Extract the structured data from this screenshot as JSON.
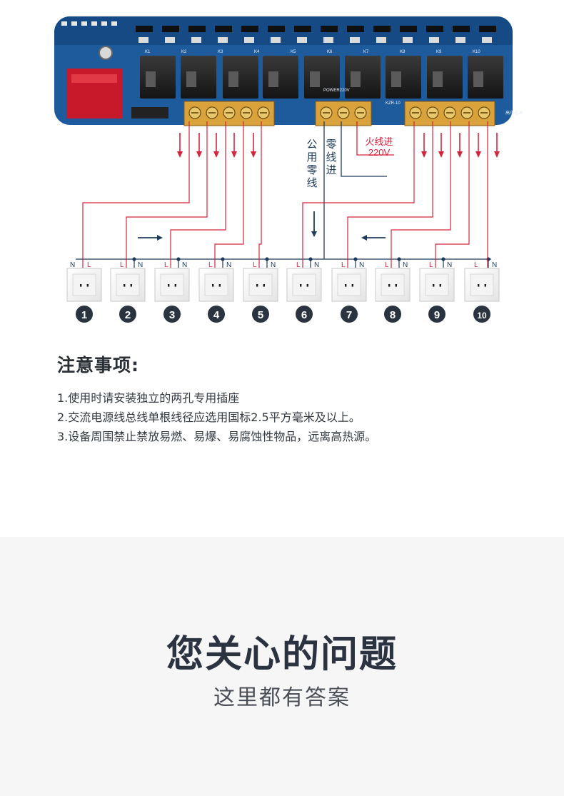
{
  "board": {
    "silk_labels": [
      "K1",
      "K2",
      "K3",
      "K4",
      "K5",
      "K6",
      "K7",
      "K8",
      "K9",
      "K10",
      "POWER220V",
      "KZR-10",
      "高压电源"
    ]
  },
  "wiring": {
    "fire_label_line1": "火线进",
    "fire_label_line2": "220V",
    "zero_in_label": [
      "零",
      "线",
      "进"
    ],
    "common_zero_label": [
      "公",
      "用",
      "零",
      "线"
    ],
    "socket_numbers": [
      "1",
      "2",
      "3",
      "4",
      "5",
      "6",
      "7",
      "8",
      "9",
      "10"
    ],
    "terminal_N": "N",
    "terminal_L": "L",
    "colors": {
      "live": "#d6243c",
      "neutral": "#1f3b5c",
      "badge": "#2a3440"
    }
  },
  "notes": {
    "title": "注意事项:",
    "items": [
      "1.使用时请安装独立的两孔专用插座",
      "2.交流电源线总线单根线径应选用国标2.5平方毫米及以上。",
      "3.设备周围禁止禁放易燃、易爆、易腐蚀性物品，远离高热源。"
    ]
  },
  "faq": {
    "title": "您关心的问题",
    "subtitle": "这里都有答案"
  }
}
